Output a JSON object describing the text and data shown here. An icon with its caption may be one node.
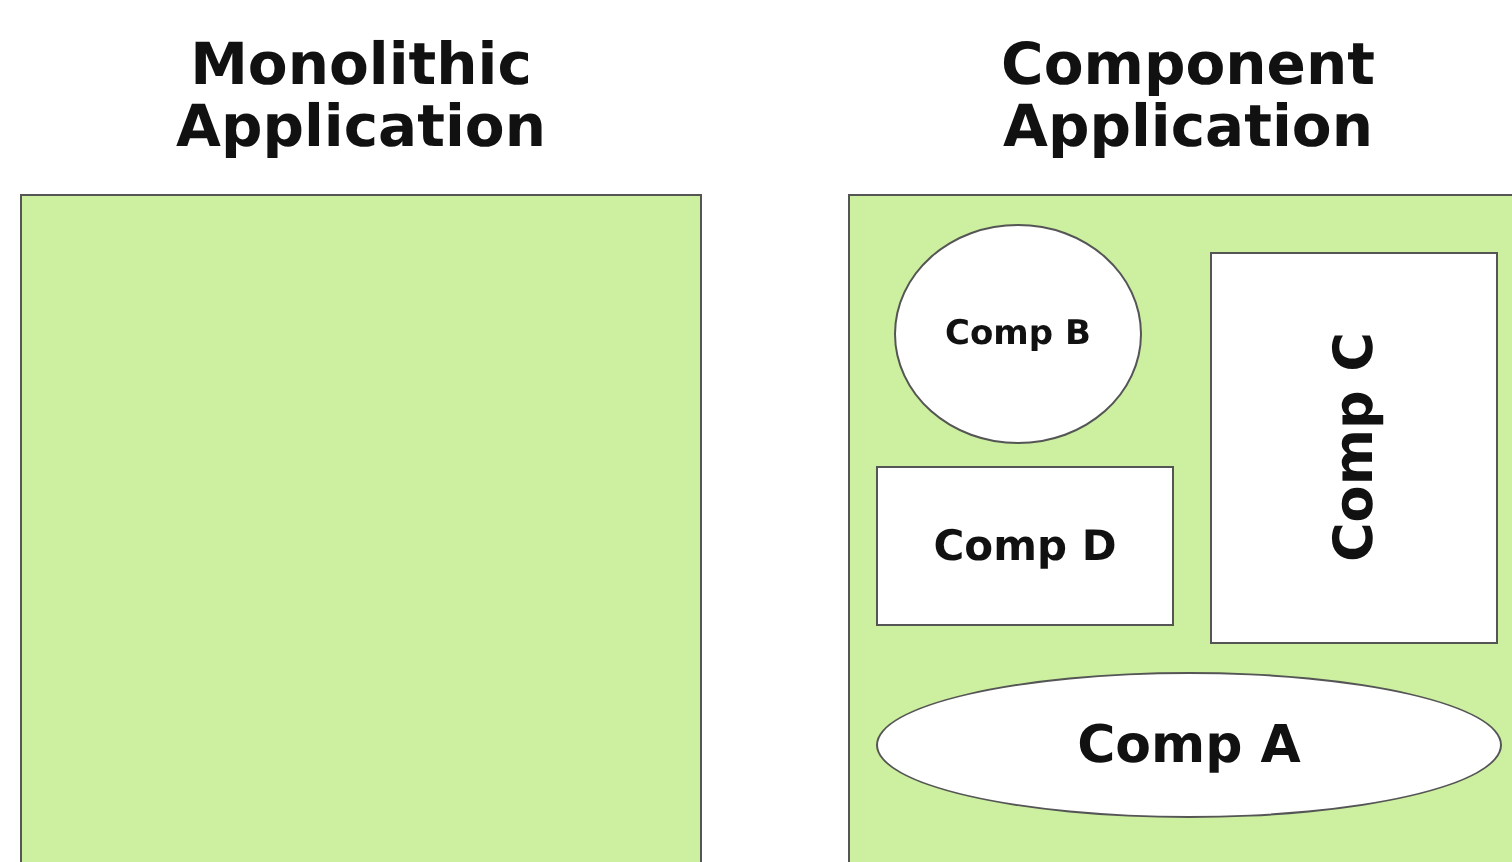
{
  "diagram": {
    "nodes": [
      {
        "text": [
          "Monolithic Application"
        ]
      },
      {
        "text": [
          "Component Application"
        ]
      },
      {
        "text": [
          "Comp B"
        ],
        "in": 1
      },
      {
        "text": [
          "Comp C"
        ],
        "in": 1
      },
      {
        "text": [
          "Comp D"
        ],
        "in": 1
      },
      {
        "text": [
          "Comp A"
        ],
        "in": 1
      }
    ]
  }
}
